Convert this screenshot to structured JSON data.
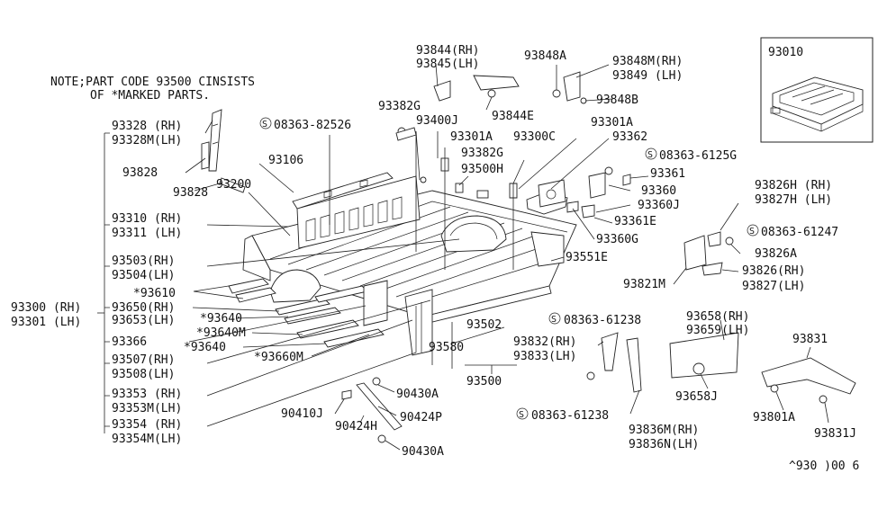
{
  "note": {
    "line1": "NOTE;PART CODE 93500 CINSISTS",
    "line2": "OF *MARKED PARTS."
  },
  "inset_label": "93010",
  "labels": {
    "p93844": "93844(RH)",
    "p93845": "93845(LH)",
    "p93848A": "93848A",
    "p93848M": "93848M(RH)",
    "p93849": "93849  (LH)",
    "p93844E": "93844E",
    "p93848B": "93848B",
    "p93382G_a": "93382G",
    "p93400J": "93400J",
    "p93301A_a": "93301A",
    "p93300C": "93300C",
    "p93301A_b": "93301A",
    "p93362": "93362",
    "p93382G_b": "93382G",
    "p08363_6125G": "08363-6125G",
    "p93361": "93361",
    "p93500H": "93500H",
    "p93360": "93360",
    "p93360J": "93360J",
    "p93361E": "93361E",
    "p93360G": "93360G",
    "p93826H": "93826H (RH)",
    "p93827H": "93827H (LH)",
    "p08363_61247": "08363-61247",
    "p93826A": "93826A",
    "p93826": "93826(RH)",
    "p93827": "93827(LH)",
    "p93821M": "93821M",
    "p93551E": "93551E",
    "p08363_82526": "08363-82526",
    "p93328": "93328  (RH)",
    "p93328M": "93328M(LH)",
    "p93828_a": "93828",
    "p93828_b": "93828",
    "p93106": "93106",
    "p93200": "93200",
    "p93310": "93310 (RH)",
    "p93311": "93311  (LH)",
    "p93503": "93503(RH)",
    "p93504": "93504(LH)",
    "p93610": "*93610",
    "p93650": "93650(RH)",
    "p93653": "93653(LH)",
    "p93640_a": "*93640",
    "p93640M": "*93640M",
    "p93366": "93366",
    "p93640_b": "*93640",
    "p93660M": "*93660M",
    "p93507": "93507(RH)",
    "p93508": "93508(LH)",
    "p93353": "93353  (RH)",
    "p93353M": "93353M(LH)",
    "p93354": "93354  (RH)",
    "p93354M": "93354M(LH)",
    "p93300": "93300 (RH)",
    "p93301": "93301  (LH)",
    "p93502": "93502",
    "p93580": "93580",
    "p93500": "93500",
    "p90430A_a": "90430A",
    "p90410J": "90410J",
    "p90424P": "90424P",
    "p90424H": "90424H",
    "p90430A_b": "90430A",
    "p08363_61238_a": "08363-61238",
    "p93832": "93832(RH)",
    "p93833": "93833(LH)",
    "p08363_61238_b": "08363-61238",
    "p93836M": "93836M(RH)",
    "p93836N": "93836N(LH)",
    "p93658": "93658(RH)",
    "p93659": "93659(LH)",
    "p93658J": "93658J",
    "p93831": "93831",
    "p93801A": "93801A",
    "p93831J": "93831J"
  },
  "footer_code": "^930 )00 6"
}
